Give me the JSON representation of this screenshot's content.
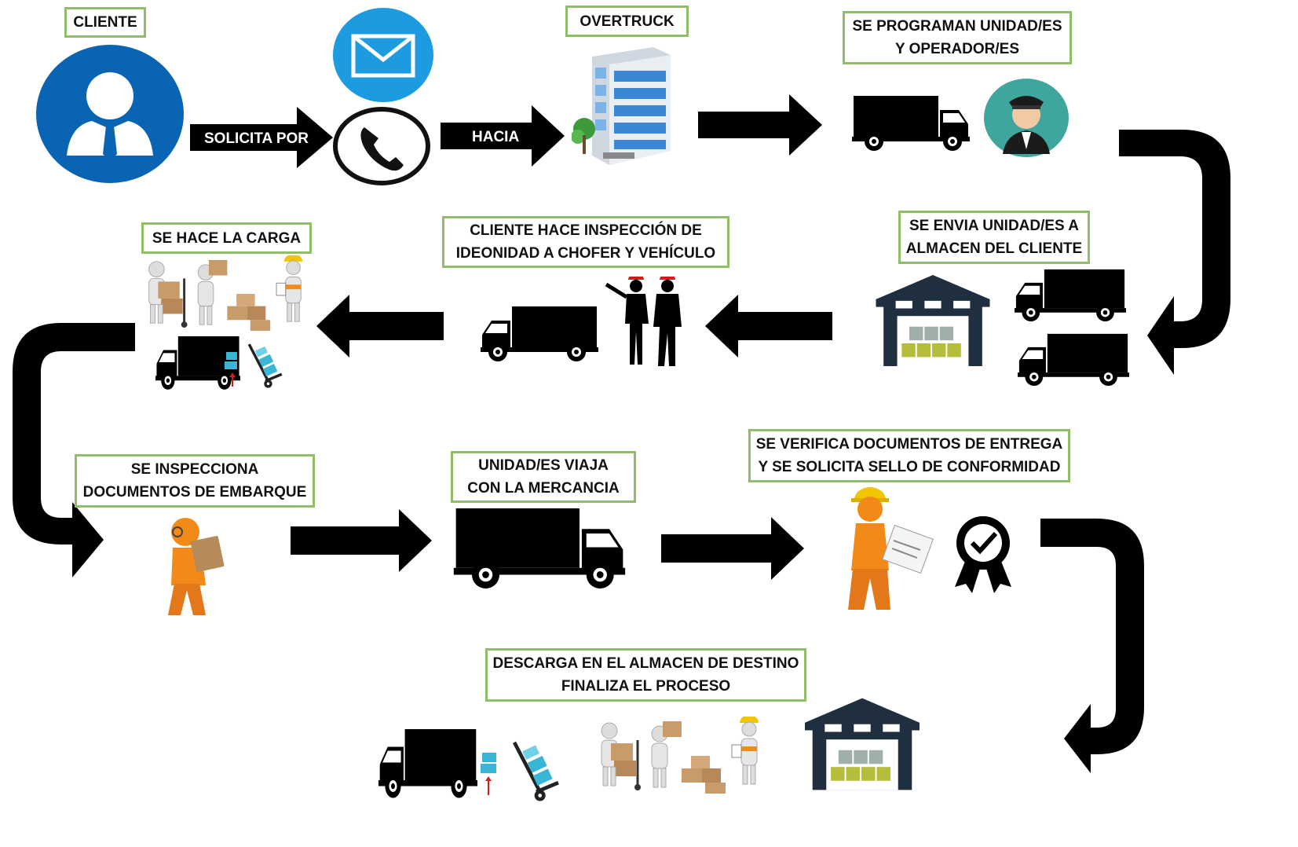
{
  "steps": {
    "cliente": "CLIENTE",
    "overtruck": "OVERTRUCK",
    "programan": [
      "SE PROGRAMAN UNIDAD/ES",
      "Y OPERADOR/ES"
    ],
    "envia": [
      "SE ENVIA UNIDAD/ES A",
      "ALMACEN DEL CLIENTE"
    ],
    "inspeccion_identidad": [
      "CLIENTE HACE INSPECCIÓN DE",
      "IDEONIDAD A CHOFER Y VEHÍCULO"
    ],
    "carga": "SE HACE LA CARGA",
    "inspecciona_docs": [
      "SE INSPECCIONA",
      "DOCUMENTOS DE EMBARQUE"
    ],
    "viaja": [
      "UNIDAD/ES VIAJA",
      "CON LA MERCANCIA"
    ],
    "verifica": [
      "SE VERIFICA DOCUMENTOS DE ENTREGA",
      "Y SE SOLICITA SELLO DE CONFORMIDAD"
    ],
    "descarga": [
      "DESCARGA EN EL ALMACEN DE DESTINO",
      "FINALIZA EL PROCESO"
    ]
  },
  "arrows": {
    "solicita_por": "SOLICITA POR",
    "hacia": "HACIA"
  },
  "colors": {
    "label_border": "#8fbd6a",
    "client_blue": "#0a64b4",
    "mail_blue": "#1d9be0",
    "arrow": "#000000",
    "warehouse": "#1f2f3f",
    "box_green": "#b6bd3b",
    "box_gray": "#9fb0a8",
    "orange_figure": "#f28a1a",
    "driver_teal": "#3fa69d"
  },
  "icons": [
    "user-icon",
    "mail-icon",
    "phone-icon",
    "building-icon",
    "truck-icon",
    "driver-icon",
    "warehouse-icon",
    "inspectors-icon",
    "workers-icon",
    "hand-truck-icon",
    "orange-inspector-icon",
    "checklist-worker-icon",
    "certificate-seal-icon"
  ]
}
